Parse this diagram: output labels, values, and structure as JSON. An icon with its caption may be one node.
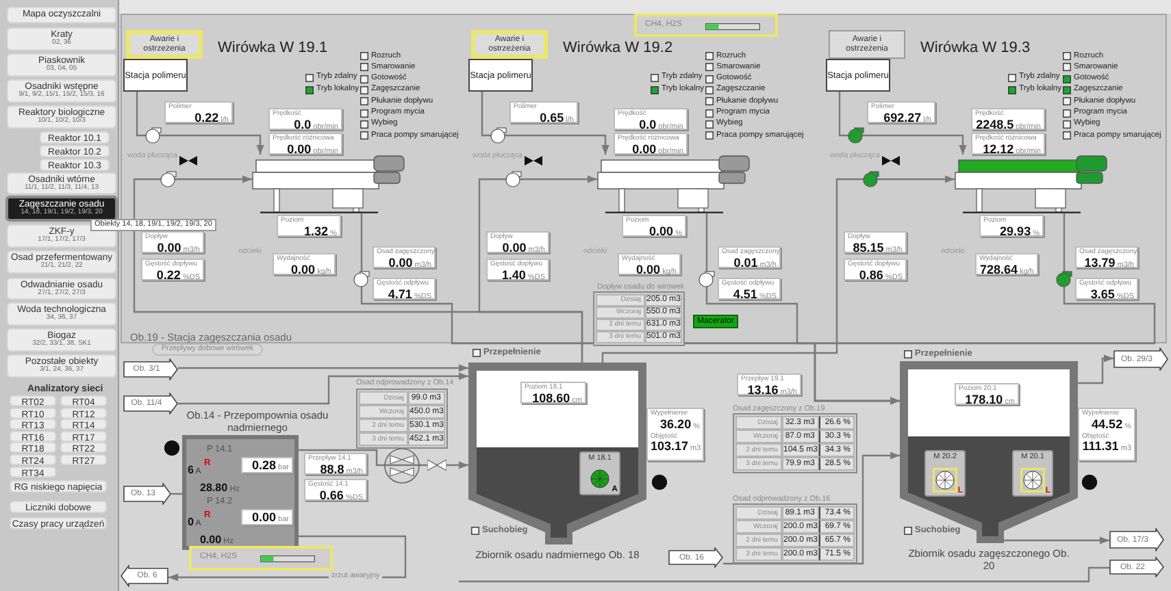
{
  "diagram": {
    "nodes": [
      {
        "text": [
          "Mapa oczyszczalni"
        ]
      },
      {
        "text": [
          "Kraty",
          "02, 36"
        ]
      },
      {
        "text": [
          "Piaskownik",
          "03, 04, 05"
        ]
      },
      {
        "text": [
          "Osadniki wstępne",
          "9/1, 9/2, 15/1, 15/2, 15/3, 16"
        ]
      },
      {
        "text": [
          "Reaktory biologiczne",
          "10/1, 10/2, 10/3"
        ]
      },
      {
        "text": [
          "Reaktor 10.1"
        ]
      },
      {
        "text": [
          "Reaktor 10.2"
        ]
      },
      {
        "text": [
          "Reaktor 10.3"
        ]
      },
      {
        "text": [
          "Osadniki wtórne",
          "11/1, 11/2, 11/3, 11/4, 13"
        ]
      },
      {
        "text": [
          "Zagęszczanie osadu",
          "14, 18, 19/1, 19/2, 19/3, 20"
        ]
      },
      {
        "text": [
          "ZKF-y",
          "17/1, 17/2, 17/3"
        ]
      },
      {
        "text": [
          "Osad przefermentowany",
          "21/1, 21/2, 22"
        ]
      },
      {
        "text": [
          "Odwadnianie osadu",
          "27/1, 27/2, 27/3"
        ]
      },
      {
        "text": [
          "Woda technologiczna",
          "34, 36, 37"
        ]
      },
      {
        "text": [
          "Biogaz",
          "32/2, 33/1, 38, SK1"
        ]
      },
      {
        "text": [
          "Pozostałe obiekty",
          "3/1, 24, 36, 37"
        ]
      },
      {
        "text": [
          "RT02"
        ]
      },
      {
        "text": [
          "RT04"
        ]
      },
      {
        "text": [
          "RT10"
        ]
      },
      {
        "text": [
          "RT12"
        ]
      },
      {
        "text": [
          "RT13"
        ]
      },
      {
        "text": [
          "RT14"
        ]
      },
      {
        "text": [
          "RT16"
        ]
      },
      {
        "text": [
          "RT17"
        ]
      },
      {
        "text": [
          "RT18"
        ]
      },
      {
        "text": [
          "RT22"
        ]
      },
      {
        "text": [
          "RT24"
        ]
      },
      {
        "text": [
          "RT27"
        ]
      },
      {
        "text": [
          "RT34"
        ]
      },
      {
        "text": [
          "RG niskiego napięcia"
        ]
      },
      {
        "text": [
          "Liczniki dobowe"
        ]
      },
      {
        "text": [
          "Czasy pracy urządzeń"
        ]
      },
      {
        "text": [
          "CH4, H2S"
        ]
      },
      {
        "text": [
          "Awarie i ostrzeżenia"
        ]
      },
      {
        "text": [
          "Stacja polimeru"
        ]
      },
      {
        "text": [
          "Polimer",
          "**0.22** l/h"
        ]
      },
      {
        "text": [
          "Prędkość",
          "**0.0** obr/min"
        ]
      },
      {
        "text": [
          "Prędkość różnicowa",
          "**0.00** obr/min"
        ]
      },
      {
        "text": [
          "Poziom",
          "**1.32** %"
        ]
      },
      {
        "text": [
          "Dopływ",
          "**0.00** m3/h"
        ]
      },
      {
        "text": [
          "Gęstość dopływu",
          "**0.22** %DS"
        ]
      },
      {
        "text": [
          "Wydajność",
          "**0.00** kg/h"
        ]
      },
      {
        "text": [
          "Osad zagęszczony",
          "**0.00** m3/h"
        ]
      },
      {
        "text": [
          "Gęstość odpływu",
          "**4.71** %DS"
        ]
      },
      {
        "text": [],
        "shape": "picture"
      },
      {
        "text": [
          "Awarie i ostrzeżenia"
        ]
      },
      {
        "text": [
          "Stacja polimeru"
        ]
      },
      {
        "text": [
          "Polimer",
          "**0.65** l/h"
        ]
      },
      {
        "text": [
          "Prędkość",
          "**0.0** obr/min"
        ]
      },
      {
        "text": [
          "Prędkość różnicowa",
          "**0.00** obr/min"
        ]
      },
      {
        "text": [
          "Poziom",
          "**0.00** %"
        ]
      },
      {
        "text": [
          "Dopływ",
          "**0.00** m3/h"
        ]
      },
      {
        "text": [
          "Gęstość dopływu",
          "**1.40** %DS"
        ]
      },
      {
        "text": [
          "Wydajność",
          "**0.00** kg/h"
        ]
      },
      {
        "text": [
          "Osad zagęszczony",
          "**0.01** m3/h"
        ]
      },
      {
        "text": [
          "Gęstość odpływu",
          "**4.51** %DS"
        ]
      },
      {
        "text": [],
        "shape": "picture"
      },
      {
        "text": [
          "Awarie i ostrzeżenia"
        ]
      },
      {
        "text": [
          "Stacja polimeru"
        ]
      },
      {
        "text": [
          "Polimer",
          "**692.27** l/h"
        ]
      },
      {
        "text": [
          "Prędkość",
          "**2248.5** obr/min"
        ]
      },
      {
        "text": [
          "Prędkość różnicowa",
          "**12.12** obr/min"
        ]
      },
      {
        "text": [
          "Poziom",
          "**29.93** %"
        ]
      },
      {
        "text": [
          "Dopływ",
          "**85.15** m3/h"
        ]
      },
      {
        "text": [
          "Gęstość dopływu",
          "**0.86** %DS"
        ]
      },
      {
        "text": [
          "Wydajność",
          "**728.64** kg/h"
        ]
      },
      {
        "text": [
          "Osad zagęszczony",
          "**13.79** m3/h"
        ]
      },
      {
        "text": [
          "Gęstość odpływu",
          "**3.65** %DS"
        ]
      },
      {
        "text": [],
        "shape": "picture"
      },
      {
        "text": [
          "Macerator"
        ]
      },
      {
        "text": [
          "Przepływy dobowe wirówek"
        ]
      },
      {
        "text": [
          "Ob. 3/1"
        ]
      },
      {
        "text": [
          "Ob. 11/4"
        ]
      },
      {
        "text": [
          "Ob. 13"
        ]
      },
      {
        "text": [
          "Ob. 6"
        ]
      },
      {
        "text": [
          "Ob.14 - Przepompownia osadu nadmiernego"
        ]
      },
      {
        "text": [
          "**0.28** bar"
        ],
        "in": 75
      },
      {
        "text": [
          "**0.00** bar"
        ],
        "in": 75
      },
      {
        "text": [
          "CH4, H2S"
        ]
      },
      {
        "text": [
          "Przepływ 14.1",
          "**88.8** m3/h"
        ]
      },
      {
        "text": [
          "Gęstość 14.1",
          "**0.66** %DS"
        ]
      },
      {
        "text": [
          "Zbiornik osadu nadmiernego Ob. 18"
        ]
      },
      {
        "text": [
          "Poziom 18.1",
          "**108.60** cm"
        ],
        "in": 81
      },
      {
        "text": [
          "M 18.1",
          "A"
        ],
        "in": 81
      },
      {
        "text": [
          "Wypełnienie",
          "**36.20** %",
          "Objętość",
          "**103.17** m3"
        ]
      },
      {
        "text": [
          "Przepływ 19.1",
          "**13.16** m3/h"
        ]
      },
      {
        "text": [
          "Ob. 16"
        ]
      },
      {
        "text": [
          "Zbiornik osadu zagęszczonego Ob. 20"
        ]
      },
      {
        "text": [
          "Poziom 20.1",
          "**178.10** cm"
        ],
        "in": 87
      },
      {
        "text": [
          "M 20.2",
          "L"
        ],
        "in": 87
      },
      {
        "text": [
          "M 20.1",
          "L"
        ],
        "in": 87
      },
      {
        "text": [
          "Wypełnienie",
          "**44.52** %",
          "Objętość",
          "**111.31** m3"
        ]
      },
      {
        "text": [
          "Ob. 29/3"
        ]
      },
      {
        "text": [
          "Ob. 17/3"
        ]
      },
      {
        "text": [
          "Ob. 22"
        ]
      }
    ],
    "edges": [
      {
        "from": 34,
        "to": 44,
        "arrow": "to"
      },
      {
        "from": 46,
        "to": 56,
        "arrow": "to"
      },
      {
        "from": 58,
        "to": 68,
        "arrow": "to"
      },
      {
        "from": 71,
        "to": 81,
        "arrow": "to"
      },
      {
        "from": 72,
        "to": 81,
        "arrow": "to"
      },
      {
        "from": 73,
        "to": 75,
        "arrow": "none"
      },
      {
        "from": 75,
        "to": 81,
        "arrow": "to"
      },
      {
        "from": 75,
        "to": 74,
        "arrow": "to",
        "label": "zrzut awaryjny"
      },
      {
        "from": 81,
        "to": 44,
        "arrow": "to"
      },
      {
        "from": 81,
        "to": 56,
        "arrow": "to"
      },
      {
        "from": 81,
        "to": 68,
        "arrow": "to"
      },
      {
        "from": 44,
        "to": 87,
        "arrow": "to"
      },
      {
        "from": 56,
        "to": 87,
        "arrow": "to"
      },
      {
        "from": 68,
        "to": 87,
        "arrow": "to"
      },
      {
        "from": 86,
        "to": 87,
        "arrow": "to"
      },
      {
        "from": 87,
        "to": 93,
        "arrow": "to"
      },
      {
        "from": 87,
        "to": 92,
        "arrow": "to"
      },
      {
        "from": null,
        "to": 94,
        "arrow": "none"
      }
    ],
    "labels": [
      "Obiekty 14, 18, 19/1, 19/2, 19/3, 20",
      "Analizatory sieci",
      "Wirówka W 19.1",
      "Tryb zdalny",
      "Tryb lokalny",
      "Rozruch",
      "Smarowanie",
      "Gotowość",
      "Zagęszczanie",
      "Płukanie dopływu",
      "Program mycia",
      "Wybieg",
      "Praca pompy smarującej",
      "woda płucząca",
      "odcieki",
      "Wirówka W 19.2",
      "Tryb zdalny",
      "Tryb lokalny",
      "Rozruch",
      "Smarowanie",
      "Gotowość",
      "Zagęszczanie",
      "Płukanie dopływu",
      "Program mycia",
      "Wybieg",
      "Praca pompy smarującej",
      "woda płucząca",
      "odcieki",
      "Wirówka W 19.3",
      "Tryb zdalny",
      "Tryb lokalny",
      "Rozruch",
      "Smarowanie",
      "Gotowość",
      "Zagęszczanie",
      "Płukanie dopływu",
      "Program mycia",
      "Wybieg",
      "Praca pompy smarującej",
      "woda płucząca",
      "odcieki",
      "Ob.19 - Stacja zagęszczania osadu",
      "Dopływ osadu do wirówek",
      "Dzisiaj",
      "205.0 m3",
      "Wczoraj",
      "550.0 m3",
      "2 dni temu",
      "631.0 m3",
      "3 dni temu",
      "501.0 m3",
      "Osad odprowadzony z Ob.14",
      "Dzisiaj",
      "99.0 m3",
      "Wczoraj",
      "450.0 m3",
      "2 dni temu",
      "530.1 m3",
      "3 dni temu",
      "452.1 m3",
      "P 14.1",
      "R",
      "**6** A",
      "**28.80** Hz",
      "P 14.2",
      "R",
      "**0** A",
      "**0.00** Hz",
      "Przepełnienie",
      "Suchobieg",
      "Osad zagęszczony z Ob.19",
      "Dzisiaj",
      "32.3 m3",
      "26.6 %",
      "Wczoraj",
      "87.0 m3",
      "30.3 %",
      "2 dni temu",
      "104.5 m3",
      "34.3 %",
      "3 dni temu",
      "79.9 m3",
      "28.5 %",
      "Osad odprowadzony z Ob.16",
      "Dzisiaj",
      "89.1 m3",
      "73.4 %",
      "Wczoraj",
      "200.0 m3",
      "69.7 %",
      "2 dni temu",
      "200.0 m3",
      "65.7 %",
      "3 dni temu",
      "200.0 m3",
      "71.5 %",
      "Przepełnienie",
      "Suchobieg"
    ]
  }
}
